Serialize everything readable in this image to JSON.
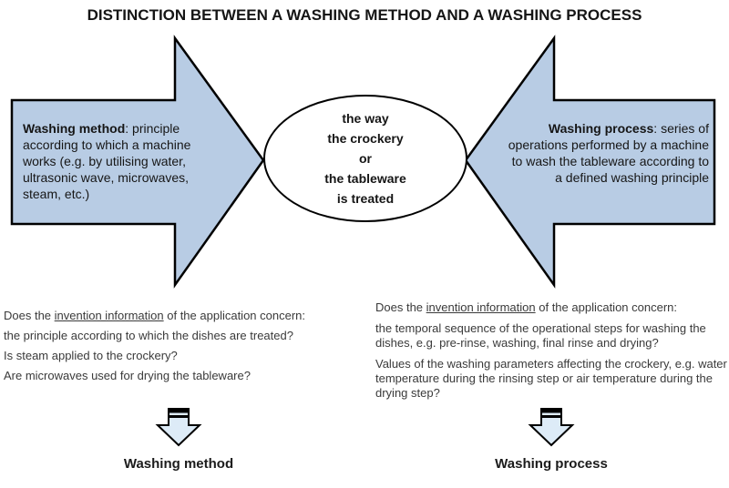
{
  "title": "DISTINCTION BETWEEN A WASHING METHOD AND A WASHING PROCESS",
  "colors": {
    "big_arrow_fill": "#b8cce4",
    "small_arrow_fill": "#ddebf7",
    "outline": "#000000"
  },
  "left_arrow": {
    "term": "Washing method",
    "definition": ": principle according to which a machine works (e.g. by utilising water, ultrasonic wave, microwaves, steam, etc.)"
  },
  "right_arrow": {
    "term": "Washing process",
    "definition": ": series of operations performed by a machine to wash the tableware according to a defined washing principle"
  },
  "center_ellipse": {
    "lines": [
      "the way",
      "the crockery",
      "or",
      "the tableware",
      "is treated"
    ]
  },
  "left_questions": {
    "intro_prefix": "Does the ",
    "intro_underlined": "invention information",
    "intro_suffix": " of the application concern:",
    "items": [
      "the principle according to which the dishes are treated?",
      "Is steam applied to the crockery?",
      "Are microwaves used for drying the tableware?"
    ],
    "conclusion": "Washing method"
  },
  "right_questions": {
    "intro_prefix": "Does the ",
    "intro_underlined": "invention information",
    "intro_suffix": " of the application concern:",
    "items": [
      "the temporal sequence of the operational steps for washing the dishes, e.g. pre-rinse, washing, final rinse and drying?",
      "Values of the washing parameters affecting the crockery, e.g. water temperature during the rinsing step or air temperature during the drying step?"
    ],
    "conclusion": "Washing process"
  }
}
